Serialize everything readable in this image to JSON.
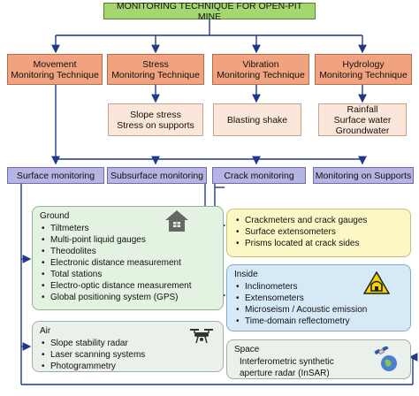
{
  "title": "MONITORING TECHNIQUE FOR OPEN-PIT MINE",
  "techniques": [
    {
      "line1": "Movement",
      "line2": "Monitoring Technique"
    },
    {
      "line1": "Stress",
      "line2": "Monitoring Technique"
    },
    {
      "line1": "Vibration",
      "line2": "Monitoring Technique"
    },
    {
      "line1": "Hydrology",
      "line2": "Monitoring Technique"
    }
  ],
  "details": {
    "stress": [
      "Slope stress",
      "Stress on supports"
    ],
    "vibration": [
      "Blasting shake"
    ],
    "hydrology": [
      "Rainfall",
      "Surface water",
      "Groundwater"
    ]
  },
  "categories": [
    "Surface monitoring",
    "Subsurface monitoring",
    "Crack monitoring",
    "Monitoring on Supports"
  ],
  "ground": {
    "header": "Ground",
    "items": [
      "Tiltmeters",
      "Multi-point liquid gauges",
      "Theodolites",
      "Electronic distance measurement",
      "Total stations",
      "Electro-optic distance measurement",
      "Global positioning system (GPS)"
    ]
  },
  "air": {
    "header": "Air",
    "items": [
      "Slope stability radar",
      "Laser scanning systems",
      "Photogrammetry"
    ]
  },
  "crack": {
    "items": [
      "Crackmeters and crack gauges",
      "Surface extensometers",
      "Prisms located at crack sides"
    ]
  },
  "inside": {
    "header": "Inside",
    "items": [
      "Inclinometers",
      "Extensometers",
      "Microseism / Acoustic emission",
      "Time-domain reflectometry"
    ]
  },
  "space": {
    "header": "Space",
    "line1": "Interferometric synthetic",
    "line2": "aperture radar (InSAR)"
  },
  "colors": {
    "title_bg": "#a6d66f",
    "technique_bg": "#f1a27e",
    "detail_bg": "#fbe6da",
    "category_bg": "#b5b4e2",
    "connector": "#1f3a8a"
  },
  "icons": [
    "house-icon",
    "drone-icon",
    "tunnel-warning-icon",
    "satellite-icon"
  ]
}
